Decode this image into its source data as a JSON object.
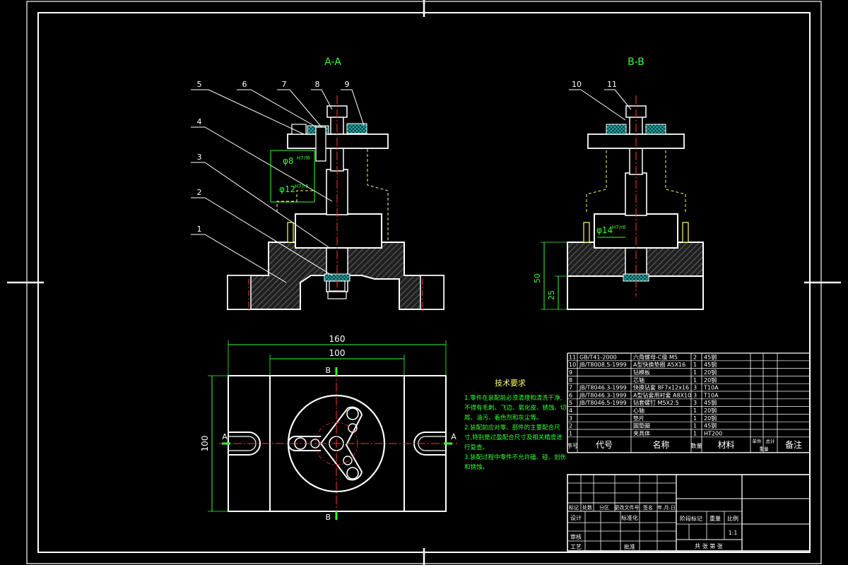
{
  "views": {
    "section_aa": "A-A",
    "section_bb": "B-B"
  },
  "balloons_aa": [
    "5",
    "6",
    "7",
    "8",
    "9",
    "4",
    "3",
    "2",
    "1"
  ],
  "balloons_bb": [
    "10",
    "11"
  ],
  "dims": {
    "d8": "φ8",
    "d8_fit": "H7/f6",
    "d12": "φ12",
    "d12_fit": "H7/r6",
    "d14": "φ14",
    "d14_fit": "H7/r6",
    "h50": "50",
    "h25": "25",
    "w160": "160",
    "w100": "100",
    "h100": "100"
  },
  "plan_marks": {
    "b_top": "B",
    "b_bottom": "B",
    "a_left": "A",
    "a_right": "A"
  },
  "tech_requirements": {
    "title": "技术要求",
    "lines": [
      "1.零件在装配前必须清理和清洗干净,",
      "不得有毛刺、飞边、氧化皮、锈蚀、切",
      "屑、油污、着色剂和灰尘等。",
      "2.装配前应对零、部件的主要配合尺",
      "寸,特别是过盈配合尺寸及相关精度进",
      "行复查。",
      "3.装配过程中零件不允许磕、碰、划伤",
      "和锈蚀。"
    ]
  },
  "bom": {
    "rows": [
      {
        "no": "11",
        "code": "GB/T41-2000",
        "name": "六角螺母-C级 M5",
        "qty": "2",
        "material": "45钢"
      },
      {
        "no": "10",
        "code": "JB/T8008.5-1999",
        "name": "A型快换垫圈 A5X16",
        "qty": "1",
        "material": "45钢"
      },
      {
        "no": "9",
        "code": "",
        "name": "钻模板",
        "qty": "1",
        "material": "20钢"
      },
      {
        "no": "8",
        "code": "",
        "name": "芯轴",
        "qty": "1",
        "material": "20钢"
      },
      {
        "no": "7",
        "code": "JB/T8046.3-1999",
        "name": "快换钻套 8F7x12x16",
        "qty": "3",
        "material": "T10A"
      },
      {
        "no": "6",
        "code": "JB/T8046.3-1999",
        "name": "A型钻套用衬套 A8X10",
        "qty": "3",
        "material": "T10A"
      },
      {
        "no": "5",
        "code": "JB/T8046.5-1999",
        "name": "钻套螺钉 M5X2.5",
        "qty": "3",
        "material": "45钢"
      },
      {
        "no": "4",
        "code": "",
        "name": "心轴",
        "qty": "1",
        "material": "20钢"
      },
      {
        "no": "3",
        "code": "",
        "name": "垫片",
        "qty": "1",
        "material": "20钢"
      },
      {
        "no": "2",
        "code": "",
        "name": "圆垫圈",
        "qty": "1",
        "material": "45钢"
      },
      {
        "no": "1",
        "code": "",
        "name": "夹具体",
        "qty": "1",
        "material": "HT200"
      }
    ],
    "header": {
      "no": "序号",
      "code": "代号",
      "name": "名称",
      "qty": "数量",
      "material": "材料",
      "unit_weight": "单件",
      "total_weight": "总计",
      "weight": "重量",
      "note": "备注"
    }
  },
  "title_block": {
    "marks": "标记",
    "count": "处数",
    "zone": "分区",
    "change_doc": "更改文件号",
    "signature": "签名",
    "date": "年.月.日",
    "design": "设计",
    "standardize": "标准化",
    "review": "审核",
    "process": "工艺",
    "approve": "批准",
    "stage_mark": "阶段标记",
    "weight": "重量",
    "scale": "比例",
    "scale_value": "1:1",
    "sheets": "共 张 第 张"
  },
  "colors": {
    "background": "#000000",
    "outline": "#ffffff",
    "dimension": "#33ff33",
    "hidden": "#ffff66",
    "center": "#ff3333",
    "hatch": "#888888",
    "leader": "#ffffff"
  }
}
